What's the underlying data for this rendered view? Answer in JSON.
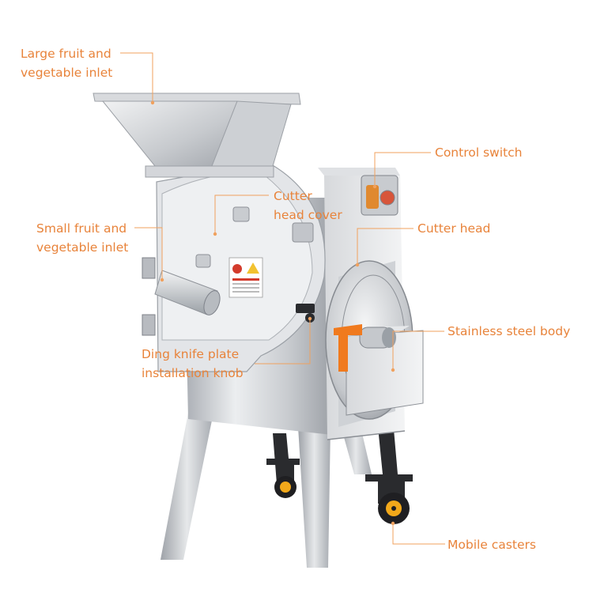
{
  "colors": {
    "label_text": "#e8833a",
    "leader_line": "#f0a15e",
    "steel_light": "#e9eaec",
    "steel_mid": "#b9bcc1",
    "steel_dark": "#7b7f86",
    "accent_orange": "#f07a1e",
    "caster_black": "#1f1f22"
  },
  "labels": {
    "large_inlet": {
      "line1": "Large fruit and",
      "line2": "vegetable inlet",
      "icon": "hopper-pointer"
    },
    "control_switch": {
      "text": "Control switch",
      "icon": "switch-pointer"
    },
    "cutter_head_cover": {
      "line1": "Cutter",
      "line2": "head cover",
      "icon": "cover-pointer"
    },
    "cutter_head": {
      "text": "Cutter head",
      "icon": "cutter-pointer"
    },
    "small_inlet": {
      "line1": "Small fruit and",
      "line2": "vegetable inlet",
      "icon": "tube-pointer"
    },
    "stainless_body": {
      "text": "Stainless steel body",
      "icon": "body-pointer"
    },
    "knife_plate_knob": {
      "line1": "Ding knife plate",
      "line2": "installation knob",
      "icon": "knob-pointer"
    },
    "mobile_casters": {
      "text": "Mobile casters",
      "icon": "caster-pointer"
    }
  }
}
